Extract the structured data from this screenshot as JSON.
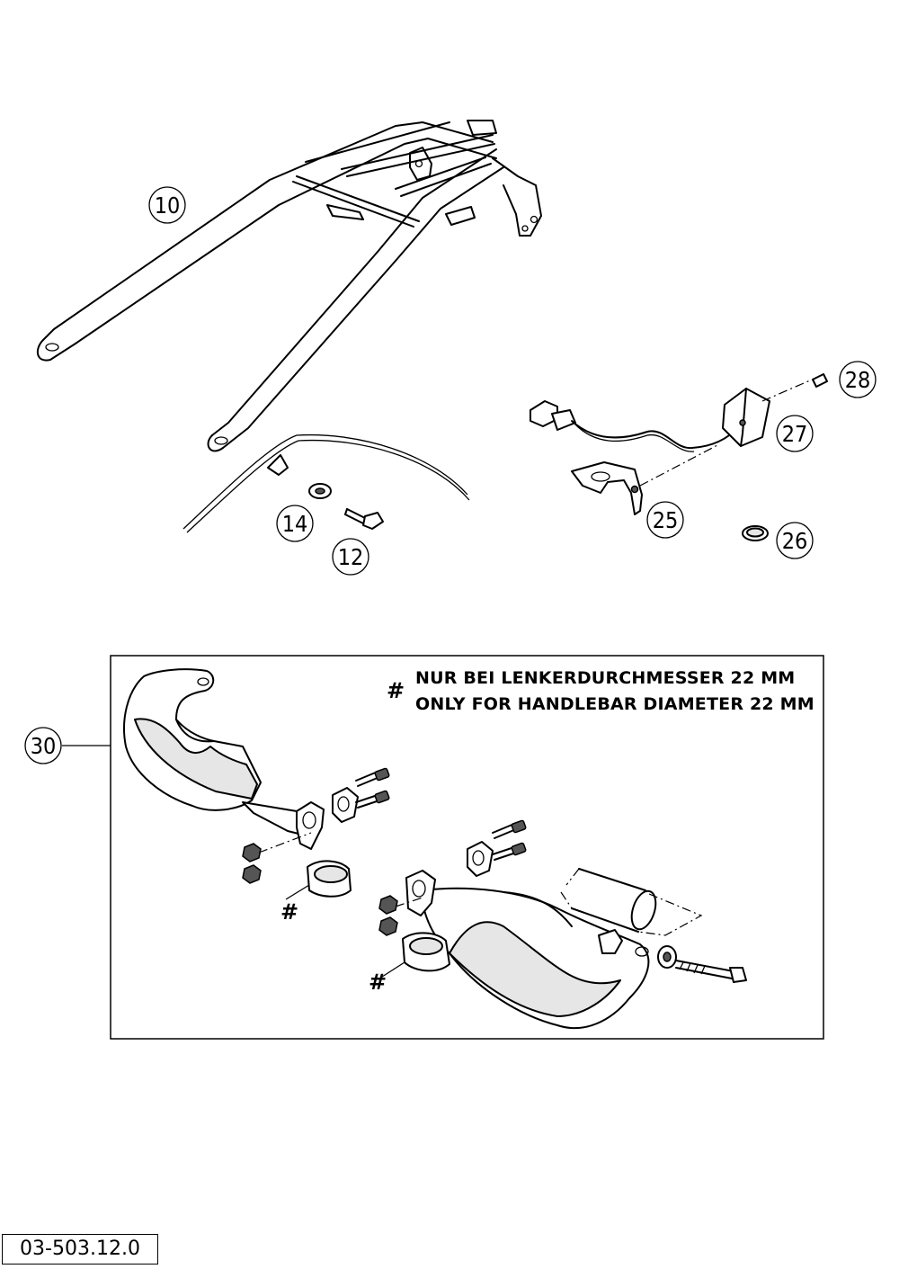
{
  "callouts": {
    "c10": "10",
    "c14": "14",
    "c12": "12",
    "c25": "25",
    "c26": "26",
    "c27": "27",
    "c28": "28",
    "c30": "30"
  },
  "note": {
    "symbol": "#",
    "line1": "NUR BEI LENKERDURCHMESSER 22 MM",
    "line2": "ONLY FOR HANDLEBAR DIAMETER 22 MM"
  },
  "hash_marks": [
    "#",
    "#"
  ],
  "document_number": "03-503.12.0"
}
